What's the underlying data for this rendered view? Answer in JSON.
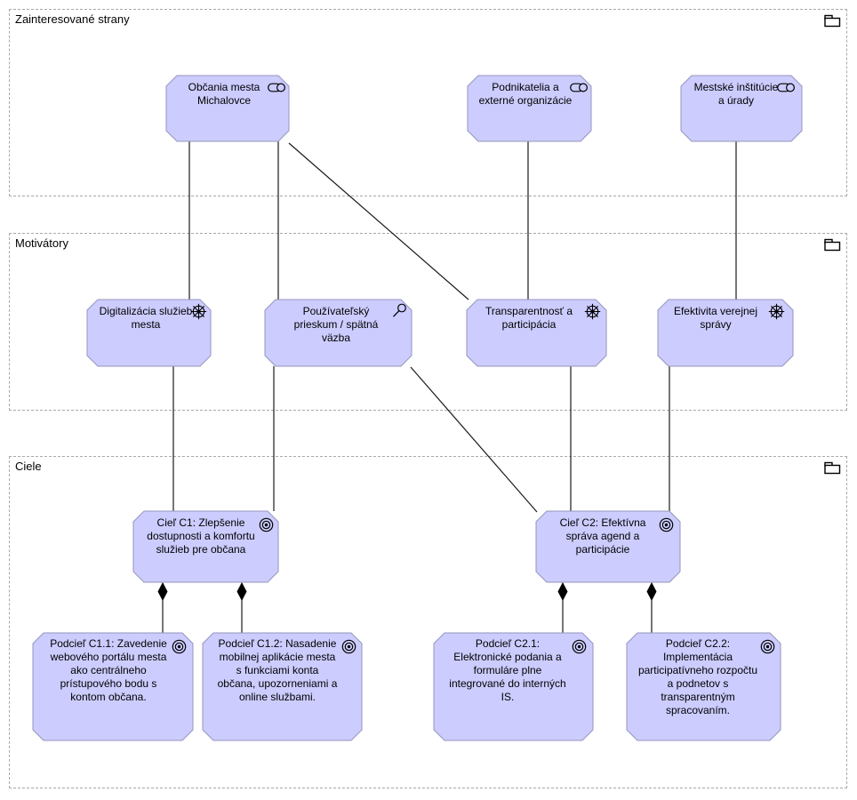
{
  "diagram": {
    "colors": {
      "node_fill": "#ccccff",
      "node_border": "#9595bd",
      "relationship_line": "#1a1a1a",
      "group_border": "#a9a9a9",
      "background": "#ffffff"
    },
    "groups": [
      {
        "title": "Zainteresované strany",
        "icon": "group-folder-icon"
      },
      {
        "title": "Motivátory",
        "icon": "group-folder-icon"
      },
      {
        "title": "Ciele",
        "icon": "group-folder-icon"
      }
    ],
    "nodes": {
      "s1": {
        "label": "Občania mesta Michalovce",
        "type": "stakeholder",
        "icon": "stakeholder-icon"
      },
      "s2": {
        "label": "Podnikatelia a externé organizácie",
        "type": "stakeholder",
        "icon": "stakeholder-icon"
      },
      "s3": {
        "label": "Mestské inštitúcie a úrady",
        "type": "stakeholder",
        "icon": "stakeholder-icon"
      },
      "d1": {
        "label": "Digitalizácia služieb mesta",
        "type": "driver",
        "icon": "driver-wheel-icon"
      },
      "d2": {
        "label": "Používateľský prieskum / spätná väzba",
        "type": "assessment",
        "icon": "assessment-magnifier-icon"
      },
      "d3": {
        "label": "Transparentnosť a participácia",
        "type": "driver",
        "icon": "driver-wheel-icon"
      },
      "d4": {
        "label": "Efektivita verejnej správy",
        "type": "driver",
        "icon": "driver-wheel-icon"
      },
      "c1": {
        "label": "Cieľ C1: Zlepšenie dostupnosti a komfortu služieb pre občana",
        "type": "goal",
        "icon": "goal-target-icon"
      },
      "c2": {
        "label": "Cieľ C2: Efektívna správa agend a participácie",
        "type": "goal",
        "icon": "goal-target-icon"
      },
      "c11": {
        "label": "Podcieľ C1.1: Zavedenie webového portálu mesta ako centrálneho prístupového bodu s kontom občana.",
        "type": "goal",
        "icon": "goal-target-icon"
      },
      "c12": {
        "label": "Podcieľ C1.2: Nasadenie mobilnej aplikácie mesta s funkciami konta občana, upozorneniami a online službami.",
        "type": "goal",
        "icon": "goal-target-icon"
      },
      "c21": {
        "label": "Podcieľ C2.1: Elektronické podania a formuláre plne integrované do interných IS.",
        "type": "goal",
        "icon": "goal-target-icon"
      },
      "c22": {
        "label": "Podcieľ C2.2: Implementácia participatívneho rozpočtu a podnetov s transparentným spracovaním.",
        "type": "goal",
        "icon": "goal-target-icon"
      }
    },
    "relationships": [
      {
        "from": "s1",
        "to": "d1",
        "type": "line"
      },
      {
        "from": "s1",
        "to": "d2",
        "type": "line"
      },
      {
        "from": "s1",
        "to": "d3",
        "type": "line"
      },
      {
        "from": "s2",
        "to": "d3",
        "type": "line"
      },
      {
        "from": "s3",
        "to": "d4",
        "type": "line"
      },
      {
        "from": "d1",
        "to": "c1",
        "type": "line"
      },
      {
        "from": "d2",
        "to": "c1",
        "type": "line"
      },
      {
        "from": "d2",
        "to": "c2",
        "type": "line"
      },
      {
        "from": "d3",
        "to": "c2",
        "type": "line"
      },
      {
        "from": "d4",
        "to": "c2",
        "type": "line"
      },
      {
        "from": "c1",
        "to": "c11",
        "type": "composition"
      },
      {
        "from": "c1",
        "to": "c12",
        "type": "composition"
      },
      {
        "from": "c2",
        "to": "c21",
        "type": "composition"
      },
      {
        "from": "c2",
        "to": "c22",
        "type": "composition"
      }
    ]
  }
}
